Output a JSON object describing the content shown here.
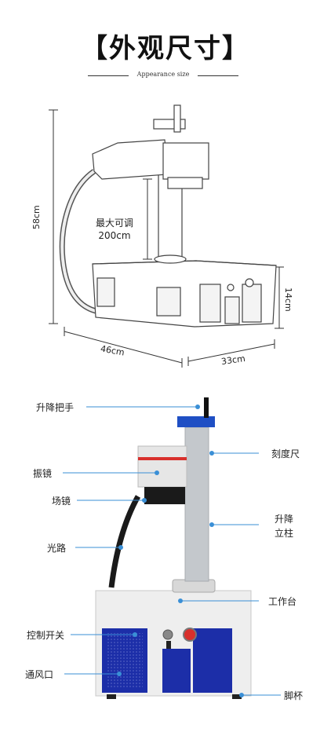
{
  "header": {
    "title": "【外观尺寸】",
    "subtitle": "Appearance size"
  },
  "dimensions": {
    "height": "58cm",
    "width": "46cm",
    "depth": "33cm",
    "base_height": "14cm",
    "adjust_note_line1": "最大可调",
    "adjust_note_line2": "200cm"
  },
  "parts": {
    "lift_handle": "升降把手",
    "galvo": "振镜",
    "field_lens": "场镜",
    "light_path": "光路",
    "control_switch": "控制开关",
    "vent": "通风口",
    "scale_ruler": "刻度尺",
    "lift_column_line1": "升降",
    "lift_column_line2": "立柱",
    "worktable": "工作台",
    "foot_cup": "脚杯"
  },
  "colors": {
    "accent_blue": "#3a8fd6",
    "vent_blue": "#1c2ea8",
    "red_stripe": "#d8302c"
  }
}
